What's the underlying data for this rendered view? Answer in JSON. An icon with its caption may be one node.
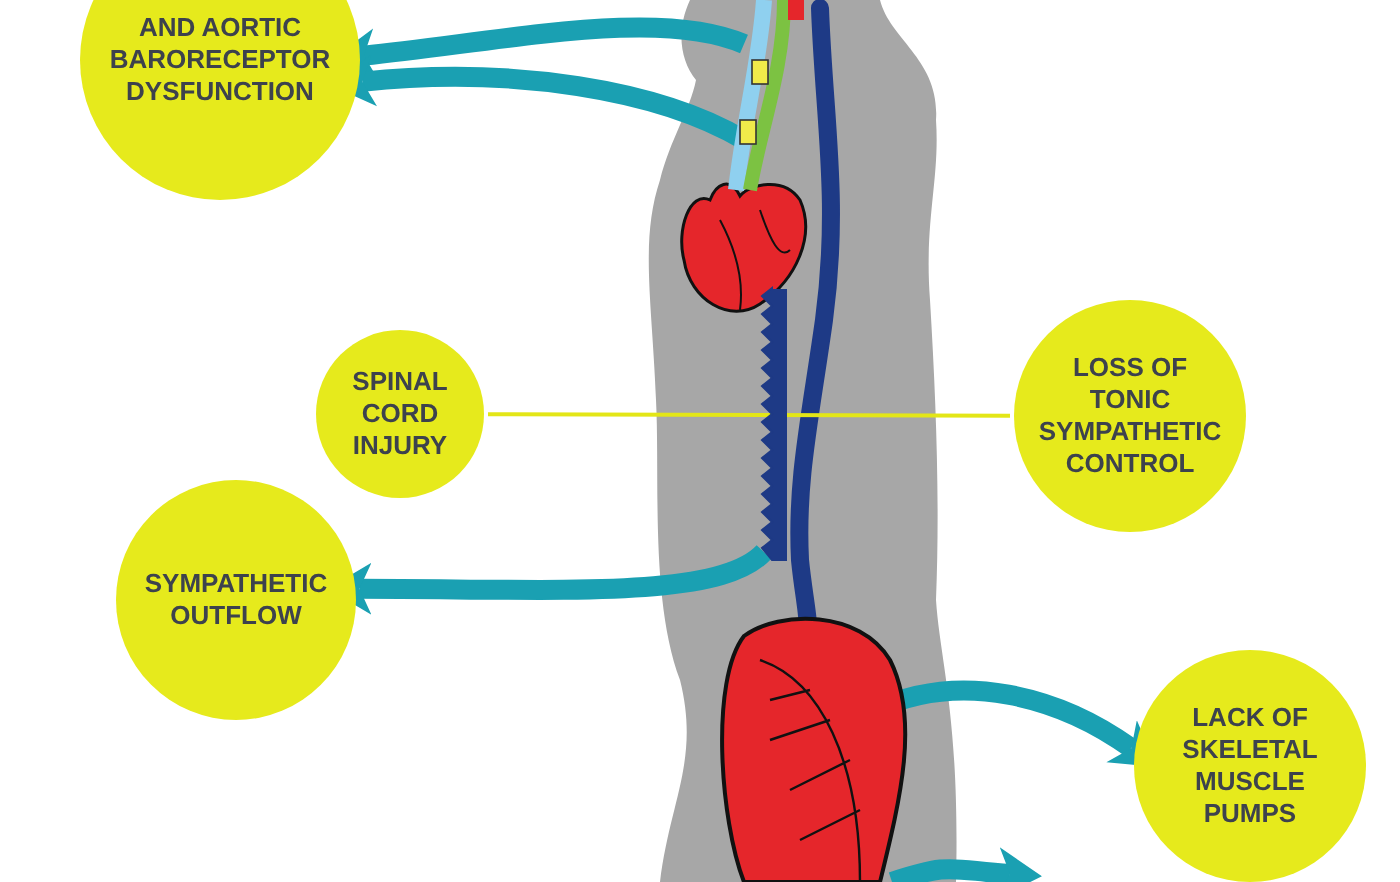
{
  "diagram": {
    "nodes": [
      {
        "text": [
          "AND AORTIC BARORECEPTOR DYSFUNCTION"
        ]
      },
      {
        "text": [
          "SPINAL CORD INJURY"
        ]
      },
      {
        "text": [
          "LOSS OF TONIC SYMPATHETIC CONTROL"
        ]
      },
      {
        "text": [
          "SYMPATHETIC OUTFLOW"
        ]
      },
      {
        "text": [
          "LACK OF SKELETAL MUSCLE PUMPS"
        ]
      },
      {
        "text": [],
        "shape": "picture"
      },
      {
        "text": [],
        "shape": "bar"
      },
      {
        "text": [],
        "shape": "picture"
      }
    ],
    "edges": [
      {
        "from": 5,
        "to": 0,
        "arrow": "to"
      },
      {
        "from": 5,
        "to": 0,
        "arrow": "to"
      },
      {
        "from": 1,
        "to": 2,
        "arrow": "none",
        "color": "#e3e617"
      },
      {
        "from": 6,
        "to": 3,
        "arrow": "to"
      },
      {
        "from": 7,
        "to": 4,
        "arrow": "to"
      },
      {
        "from": 7,
        "to": null,
        "arrow": "to"
      }
    ]
  }
}
